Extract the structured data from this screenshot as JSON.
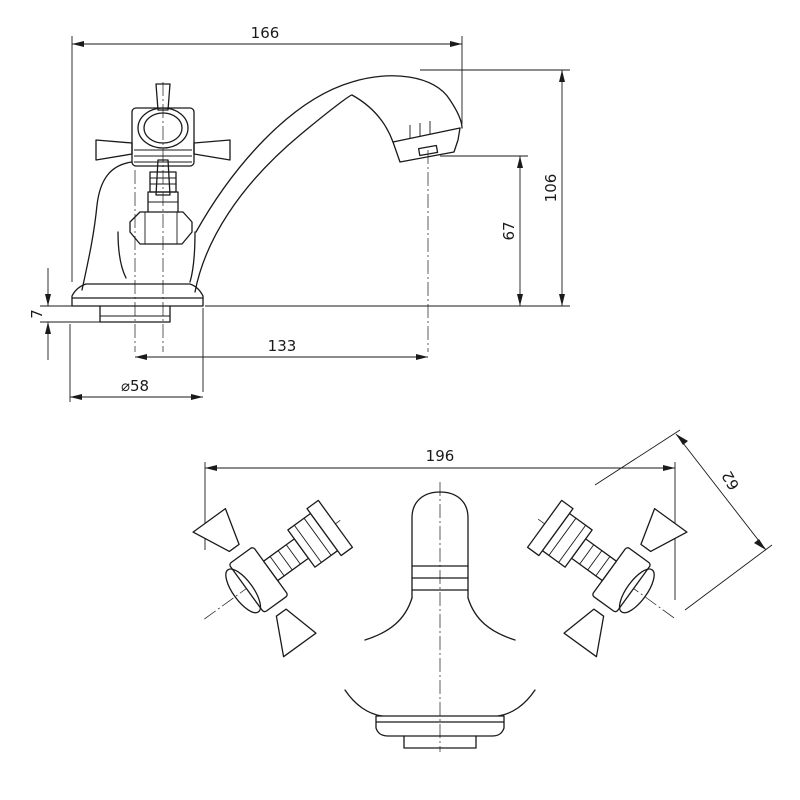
{
  "drawing": {
    "side_view": {
      "dimensions": {
        "overall_length": "166",
        "overall_height": "106",
        "spout_height": "67",
        "base_thickness": "7",
        "centre_to_spout": "133",
        "base_diameter": "⌀58"
      }
    },
    "top_view": {
      "dimensions": {
        "handle_span": "196",
        "handle_depth": "62"
      }
    },
    "colors": {
      "line": "#1a1a1a",
      "background": "#ffffff"
    }
  }
}
